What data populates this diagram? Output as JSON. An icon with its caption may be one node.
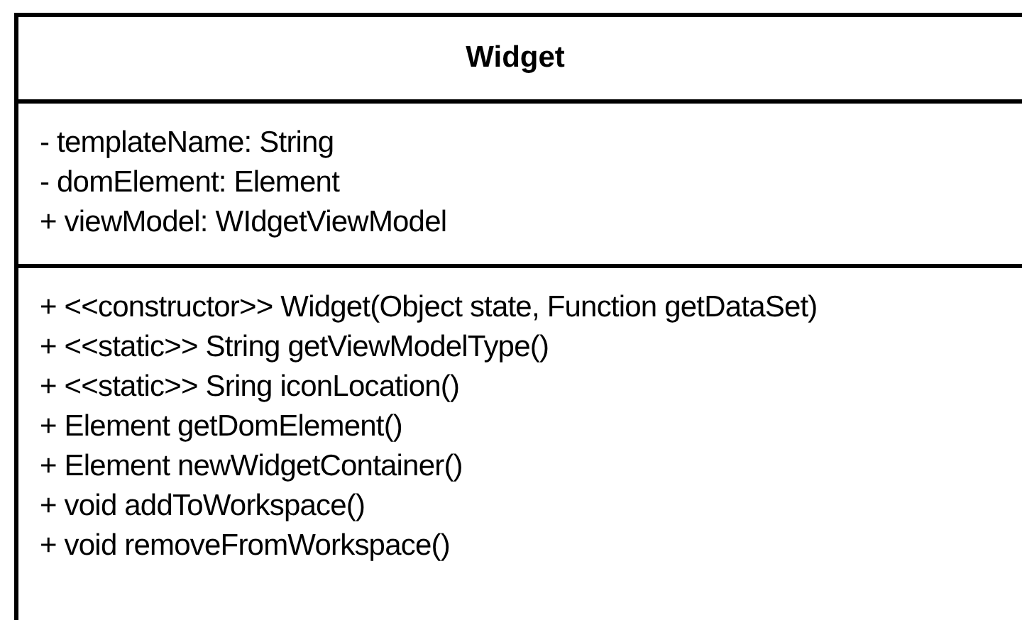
{
  "diagram": {
    "nodes": [
      {
        "text": [
          "Widget"
        ]
      },
      {
        "text": [
          "- templateName: String",
          "- domElement: Element",
          "+ viewModel: WIdgetViewModel"
        ],
        "in": 0
      },
      {
        "text": [
          "+ <<constructor>> Widget(Object state, Function getDataSet)",
          "+ <<static>> String getViewModelType()",
          "+ <<static>> Sring iconLocation()",
          "+ Element getDomElement()",
          "+ Element newWidgetContainer()",
          "+ void addToWorkspace()",
          "+ void removeFromWorkspace()"
        ],
        "in": 0
      }
    ]
  }
}
